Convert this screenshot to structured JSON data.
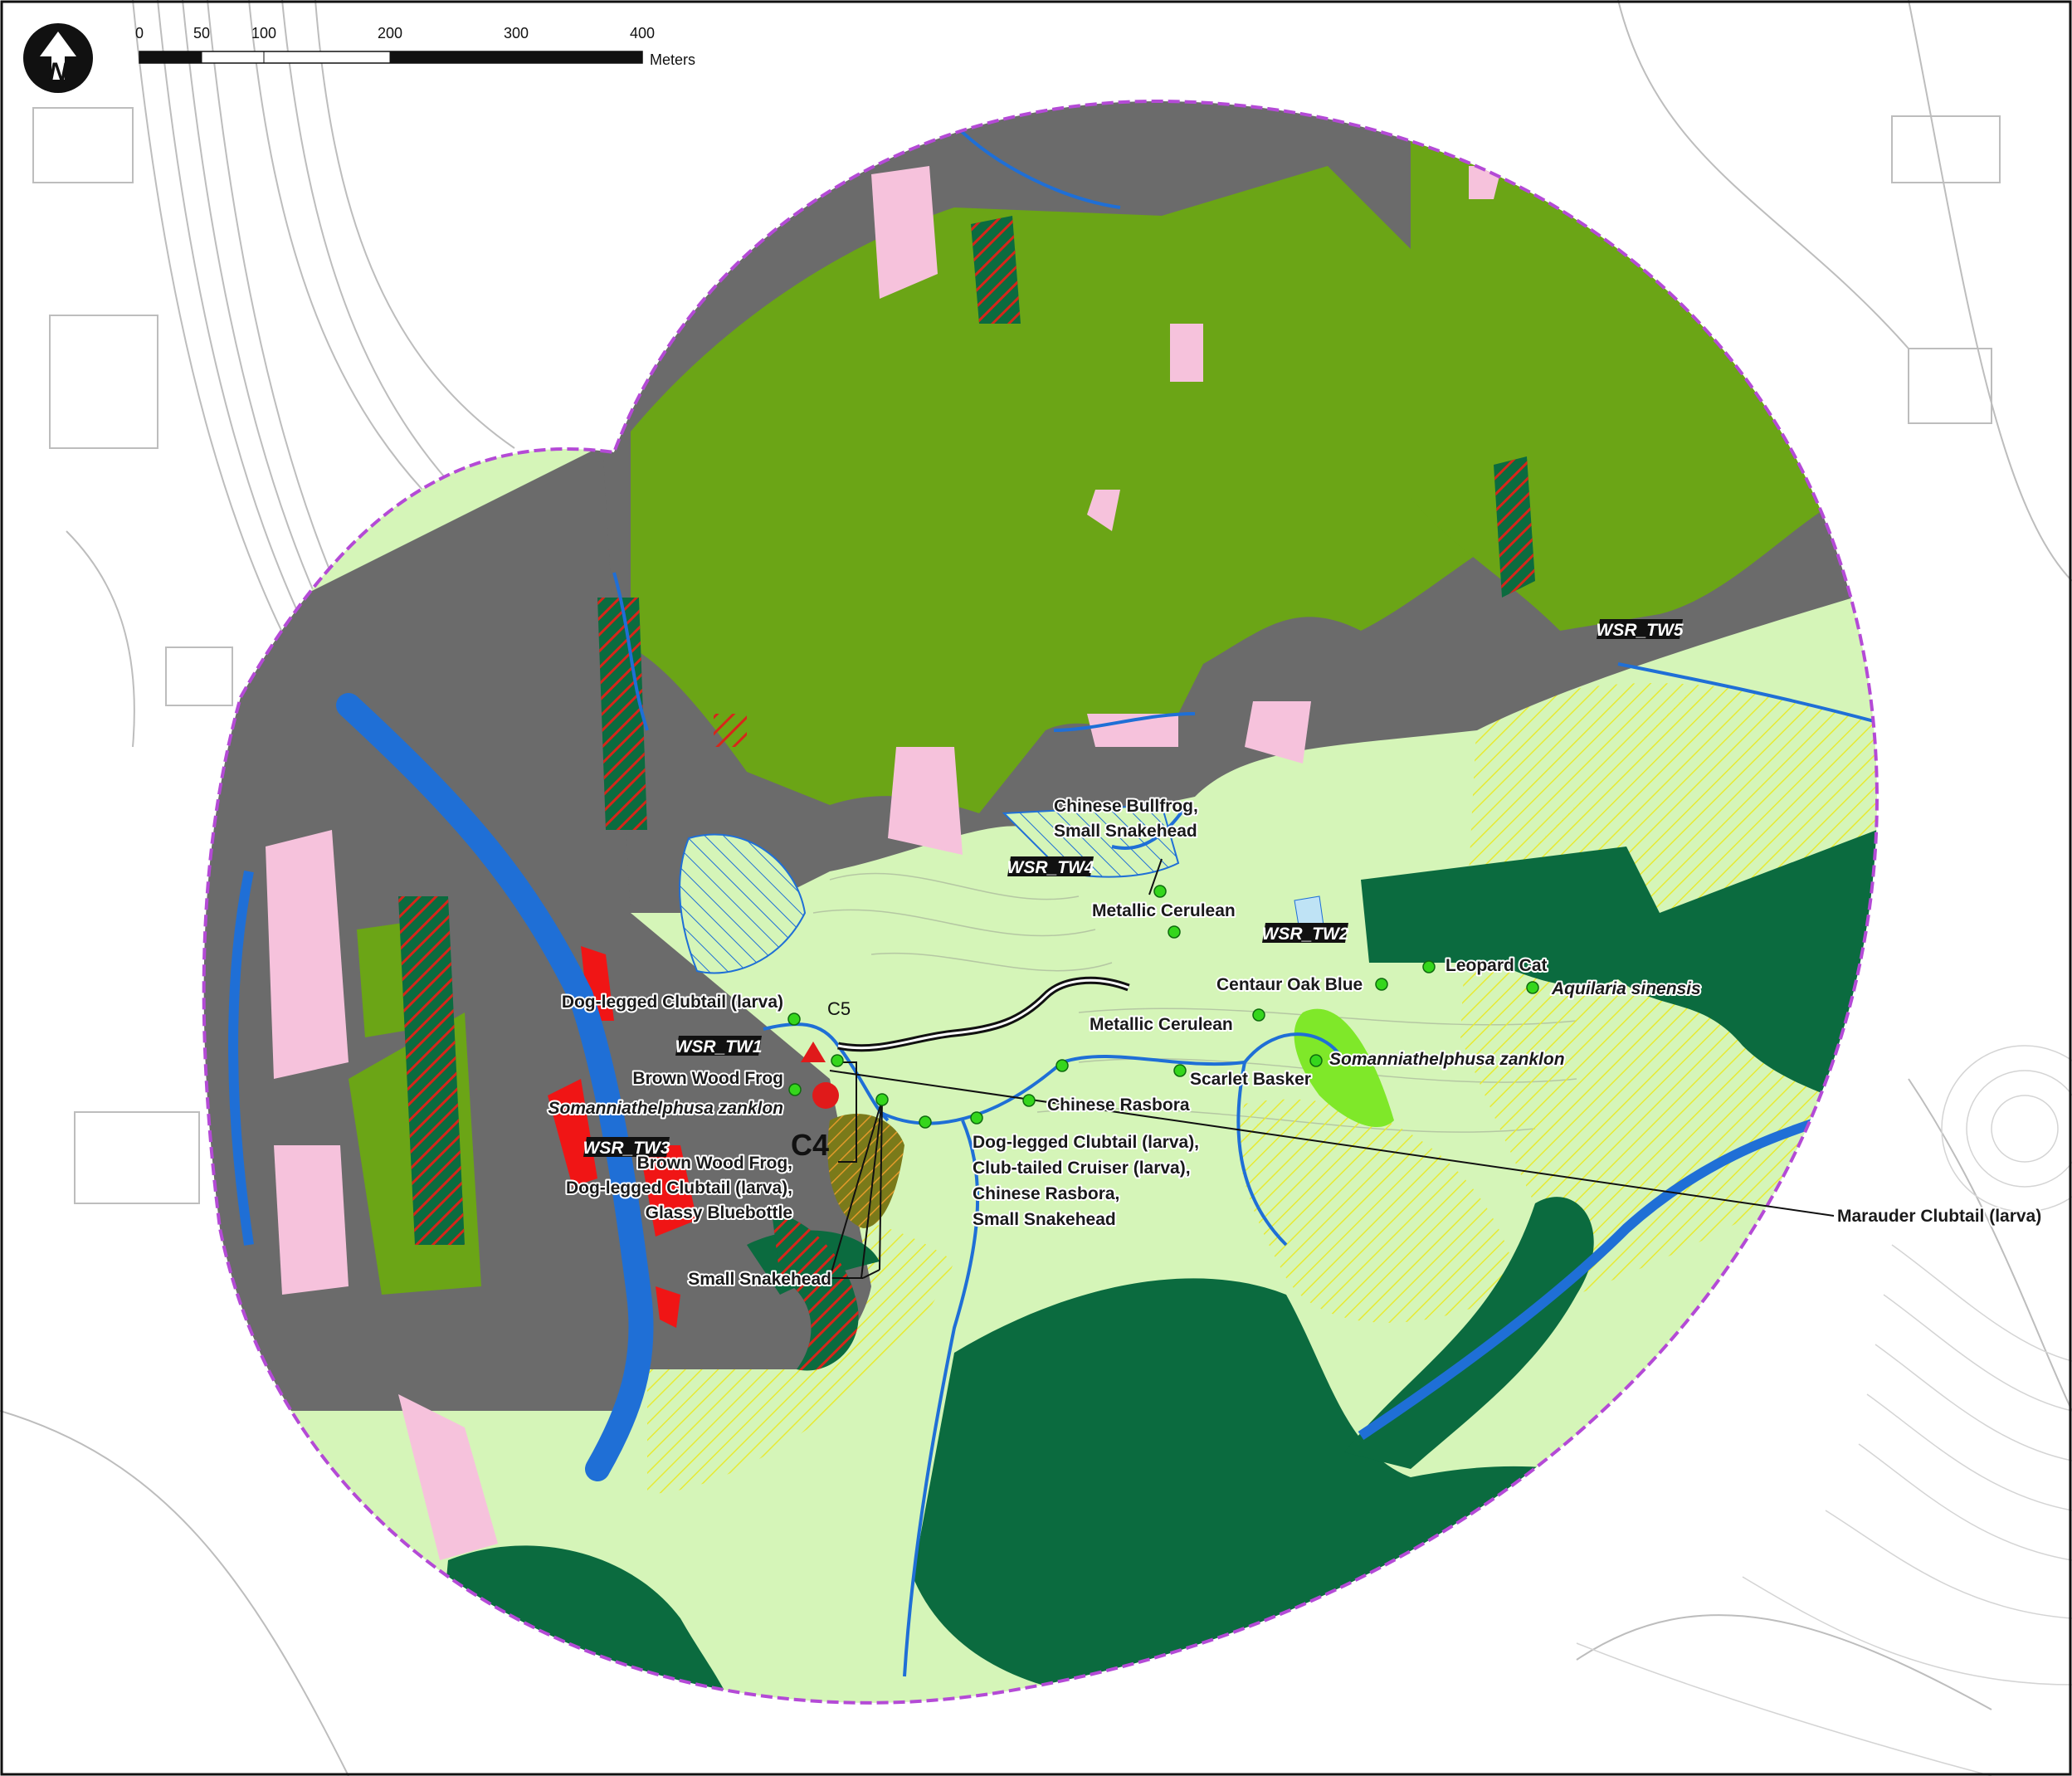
{
  "map": {
    "scale_bar": {
      "ticks": [
        "0",
        "50",
        "100",
        "200",
        "300",
        "400"
      ],
      "unit": "Meters"
    },
    "north_arrow": {
      "label": "N",
      "icon": "north-arrow-icon"
    },
    "colors": {
      "developed": "#6b6b6b",
      "plantation": "#6ba516",
      "woodland": "#0b6b3f",
      "shrubland_grassland": "#d5f5b8",
      "orchard": "#f6c2dc",
      "watercourse": "#1f6fd6",
      "marsh": "#f01515",
      "bright_green_patch": "#7fe829",
      "assessment_boundary": "#b44ad6",
      "species_point": "#35d61c",
      "hatch_red": "#d7261a",
      "hatch_yellow": "#e7ea34"
    },
    "markers": {
      "c5": "C5",
      "c4": "C4"
    },
    "stations": {
      "tw1": "WSR_TW1",
      "tw2": "WSR_TW2",
      "tw3": "WSR_TW3",
      "tw4": "WSR_TW4",
      "tw5": "WSR_TW5"
    },
    "labels": {
      "bullfrog": [
        "Chinese Bullfrog,",
        "Small Snakehead"
      ],
      "cerulean1": "Metallic Cerulean",
      "cerulean2": "Metallic Cerulean",
      "centaur": "Centaur Oak Blue",
      "leopard": "Leopard Cat",
      "aquilaria": "Aquilaria sinensis",
      "somann_e": "Somanniathelphusa zanklon",
      "scarlet": "Scarlet Basker",
      "rasbora": "Chinese Rasbora",
      "multi": [
        "Dog-legged Clubtail (larva),",
        "Club-tailed Cruiser (larva),",
        "Chinese Rasbora,",
        "Small Snakehead"
      ],
      "marauder": "Marauder Clubtail (larva)",
      "dogleg": "Dog-legged Clubtail (larva)",
      "brownfrog": "Brown Wood Frog",
      "somann_w": "Somanniathelphusa zanklon",
      "brownfrog_multi": [
        "Brown Wood Frog,",
        "Dog-legged Clubtail (larva),",
        "Glassy Bluebottle"
      ],
      "snakehead": "Small Snakehead"
    }
  }
}
